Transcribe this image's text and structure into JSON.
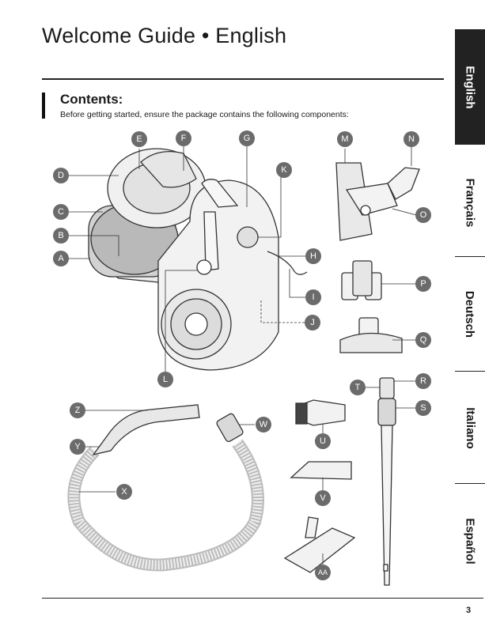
{
  "header": {
    "title": "Welcome Guide • English"
  },
  "contents": {
    "heading": "Contents:",
    "intro": "Before getting started, ensure the package contains the following components:"
  },
  "languages": [
    {
      "label": "English",
      "active": true
    },
    {
      "label": "Français",
      "active": false
    },
    {
      "label": "Deutsch",
      "active": false
    },
    {
      "label": "Italiano",
      "active": false
    },
    {
      "label": "Español",
      "active": false
    }
  ],
  "callouts": {
    "A": "A",
    "B": "B",
    "C": "C",
    "D": "D",
    "E": "E",
    "F": "F",
    "G": "G",
    "H": "H",
    "I": "I",
    "J": "J",
    "K": "K",
    "L": "L",
    "M": "M",
    "N": "N",
    "O": "O",
    "P": "P",
    "Q": "Q",
    "R": "R",
    "S": "S",
    "T": "T",
    "U": "U",
    "V": "V",
    "W": "W",
    "X": "X",
    "Y": "Y",
    "Z": "Z",
    "AA": "AA"
  },
  "footer": {
    "page_number": "3"
  },
  "colors": {
    "callout": "#6b6b6b",
    "tab_active": "#222222"
  }
}
